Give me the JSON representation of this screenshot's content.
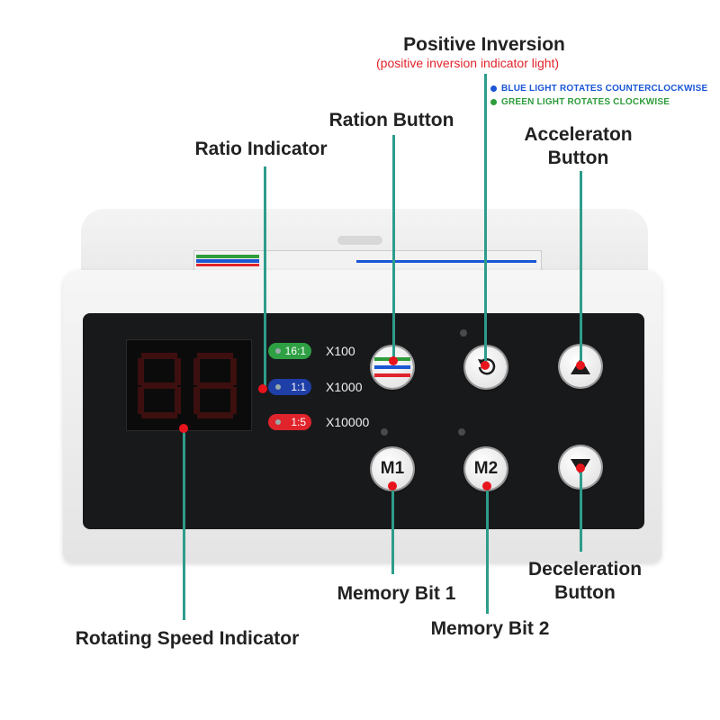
{
  "labels": {
    "positive_inversion": "Positive Inversion",
    "positive_inversion_sub": "(positive inversion indicator light)",
    "blue_light": "BLUE LIGHT ROTATES COUNTERCLOCKWISE",
    "green_light": "GREEN LIGHT ROTATES CLOCKWISE",
    "ration_button": "Ration Button",
    "ratio_indicator": "Ratio Indicator",
    "acceleration_line1": "Acceleraton",
    "acceleration_line2": "Button",
    "deceleration_line1": "Deceleration",
    "deceleration_line2": "Button",
    "memory_bit_1": "Memory Bit 1",
    "memory_bit_2": "Memory Bit 2",
    "rotating_speed": "Rotating Speed Indicator"
  },
  "ratios": [
    {
      "pill": "16:1",
      "multiplier": "X100",
      "color": "#2ea043"
    },
    {
      "pill": "1:1",
      "multiplier": "X1000",
      "color": "#1f3fa8"
    },
    {
      "pill": "1:5",
      "multiplier": "X10000",
      "color": "#e0242b"
    }
  ],
  "buttons": {
    "m1": "M1",
    "m2": "M2"
  },
  "colors": {
    "accent_line": "#2e9c8b",
    "pointer_dot": "#e8141c",
    "blue_legend": "#1a56d6",
    "green_legend": "#2e9c3b"
  },
  "icons": [
    "rotate-icon",
    "up-arrow-icon",
    "down-arrow-icon",
    "ratio-stripes-icon"
  ]
}
